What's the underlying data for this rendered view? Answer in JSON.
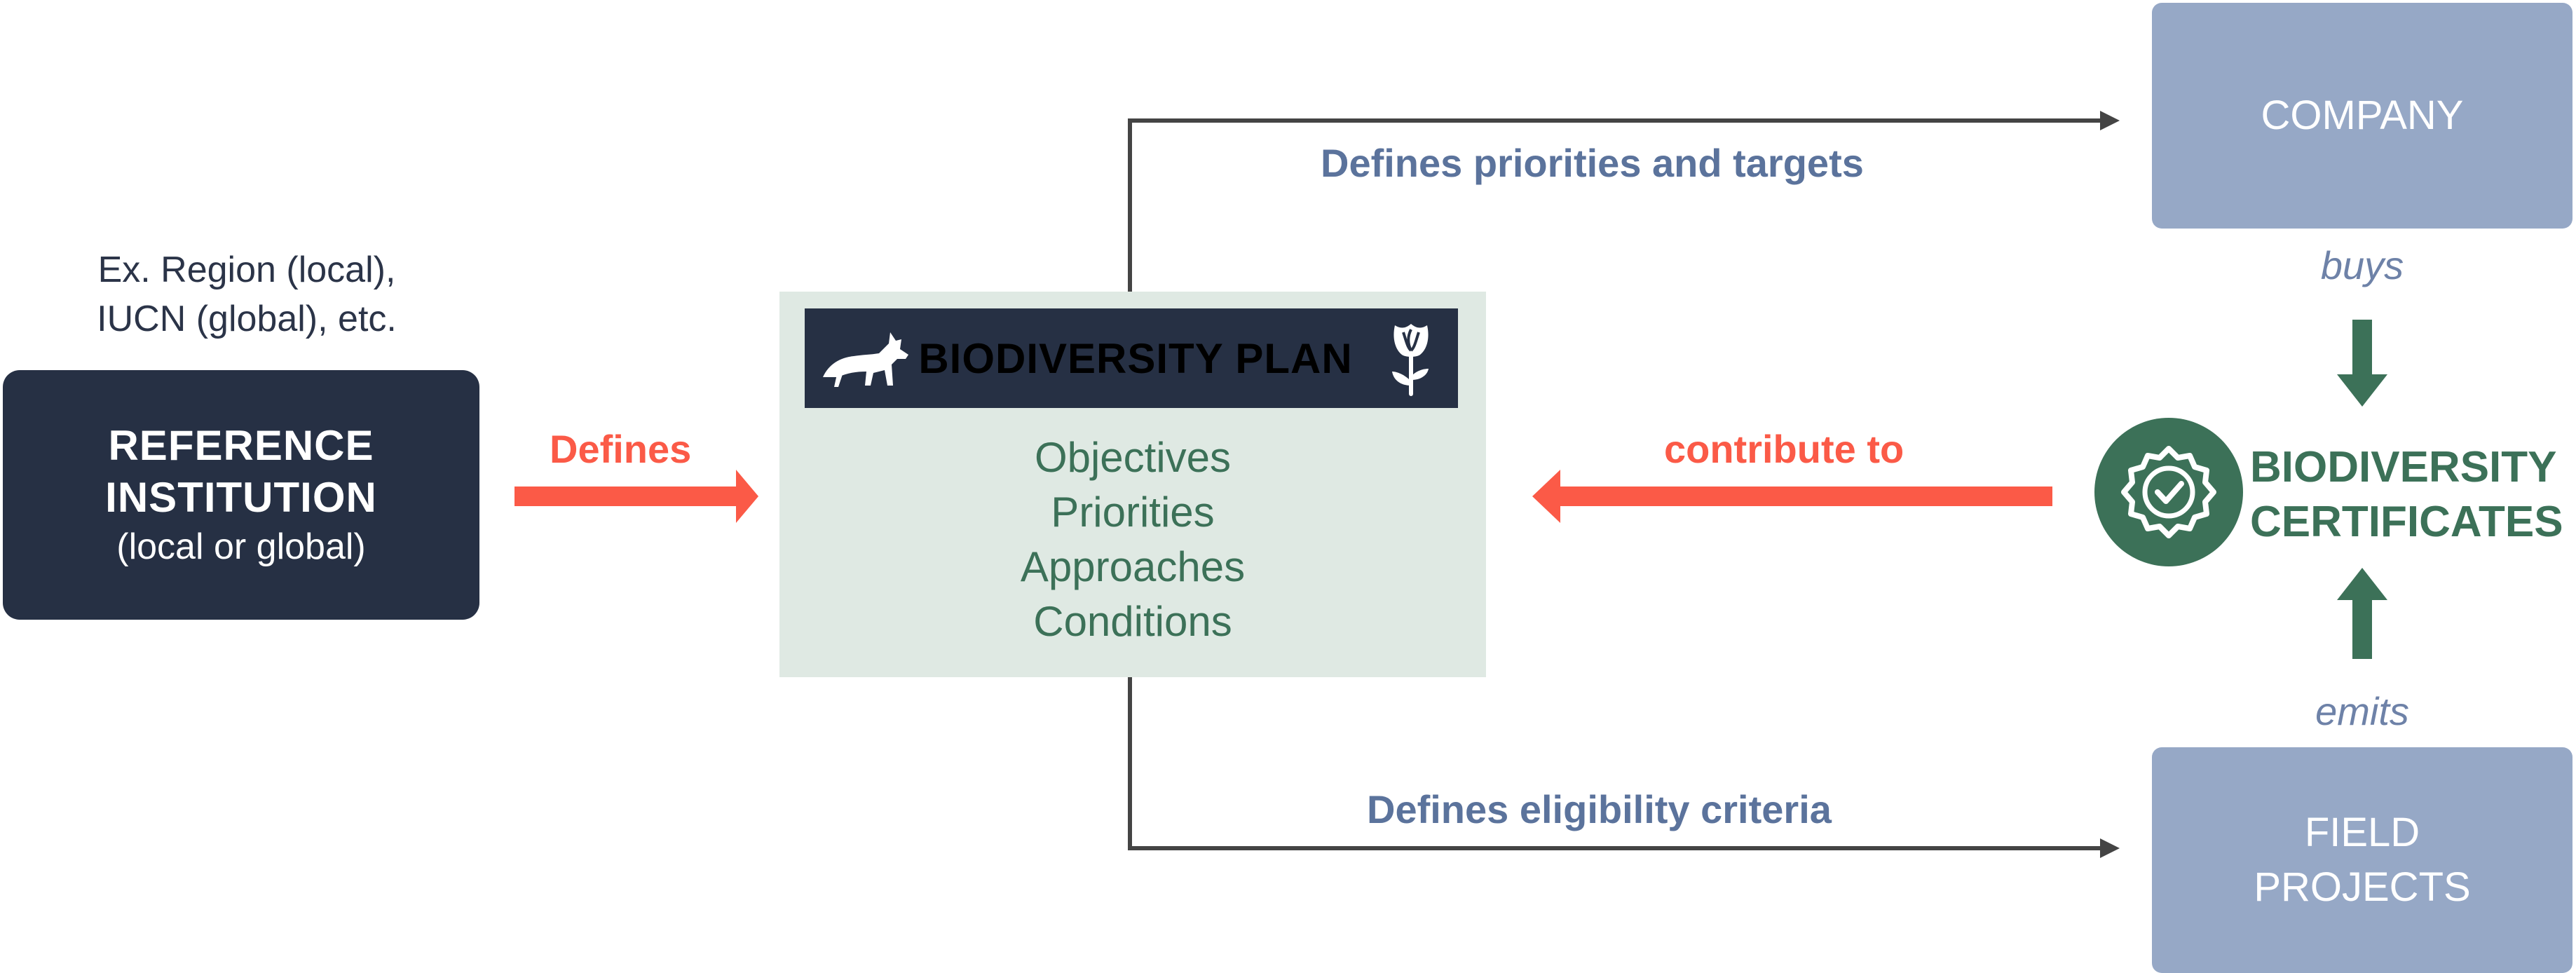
{
  "reference": {
    "note_line1": "Ex. Region (local),",
    "note_line2": "IUCN (global), etc.",
    "title_line1": "REFERENCE",
    "title_line2": "INSTITUTION",
    "subtitle": "(local or global)"
  },
  "arrows": {
    "defines": "Defines",
    "priorities": "Defines priorities and targets",
    "eligibility": "Defines eligibility criteria",
    "contribute": "contribute to",
    "buys": "buys",
    "emits": "emits"
  },
  "plan": {
    "title": "BIODIVERSITY PLAN",
    "items": [
      "Objectives",
      "Priorities",
      "Approaches",
      "Conditions"
    ]
  },
  "company": {
    "label": "COMPANY"
  },
  "field": {
    "line1": "FIELD",
    "line2": "PROJECTS"
  },
  "certificates": {
    "line1": "BIODIVERSITY",
    "line2": "CERTIFICATES"
  },
  "icons": {
    "plan_left": "fox-icon",
    "plan_right": "flower-icon",
    "certificates": "certificate-badge-icon"
  },
  "colors": {
    "navy": "#263044",
    "red": "#fb5a47",
    "slate_blue": "#5b739c",
    "box_blue": "#96a8c6",
    "green": "#3c7158",
    "panel_green": "#dfe9e3",
    "connector": "#444444"
  }
}
